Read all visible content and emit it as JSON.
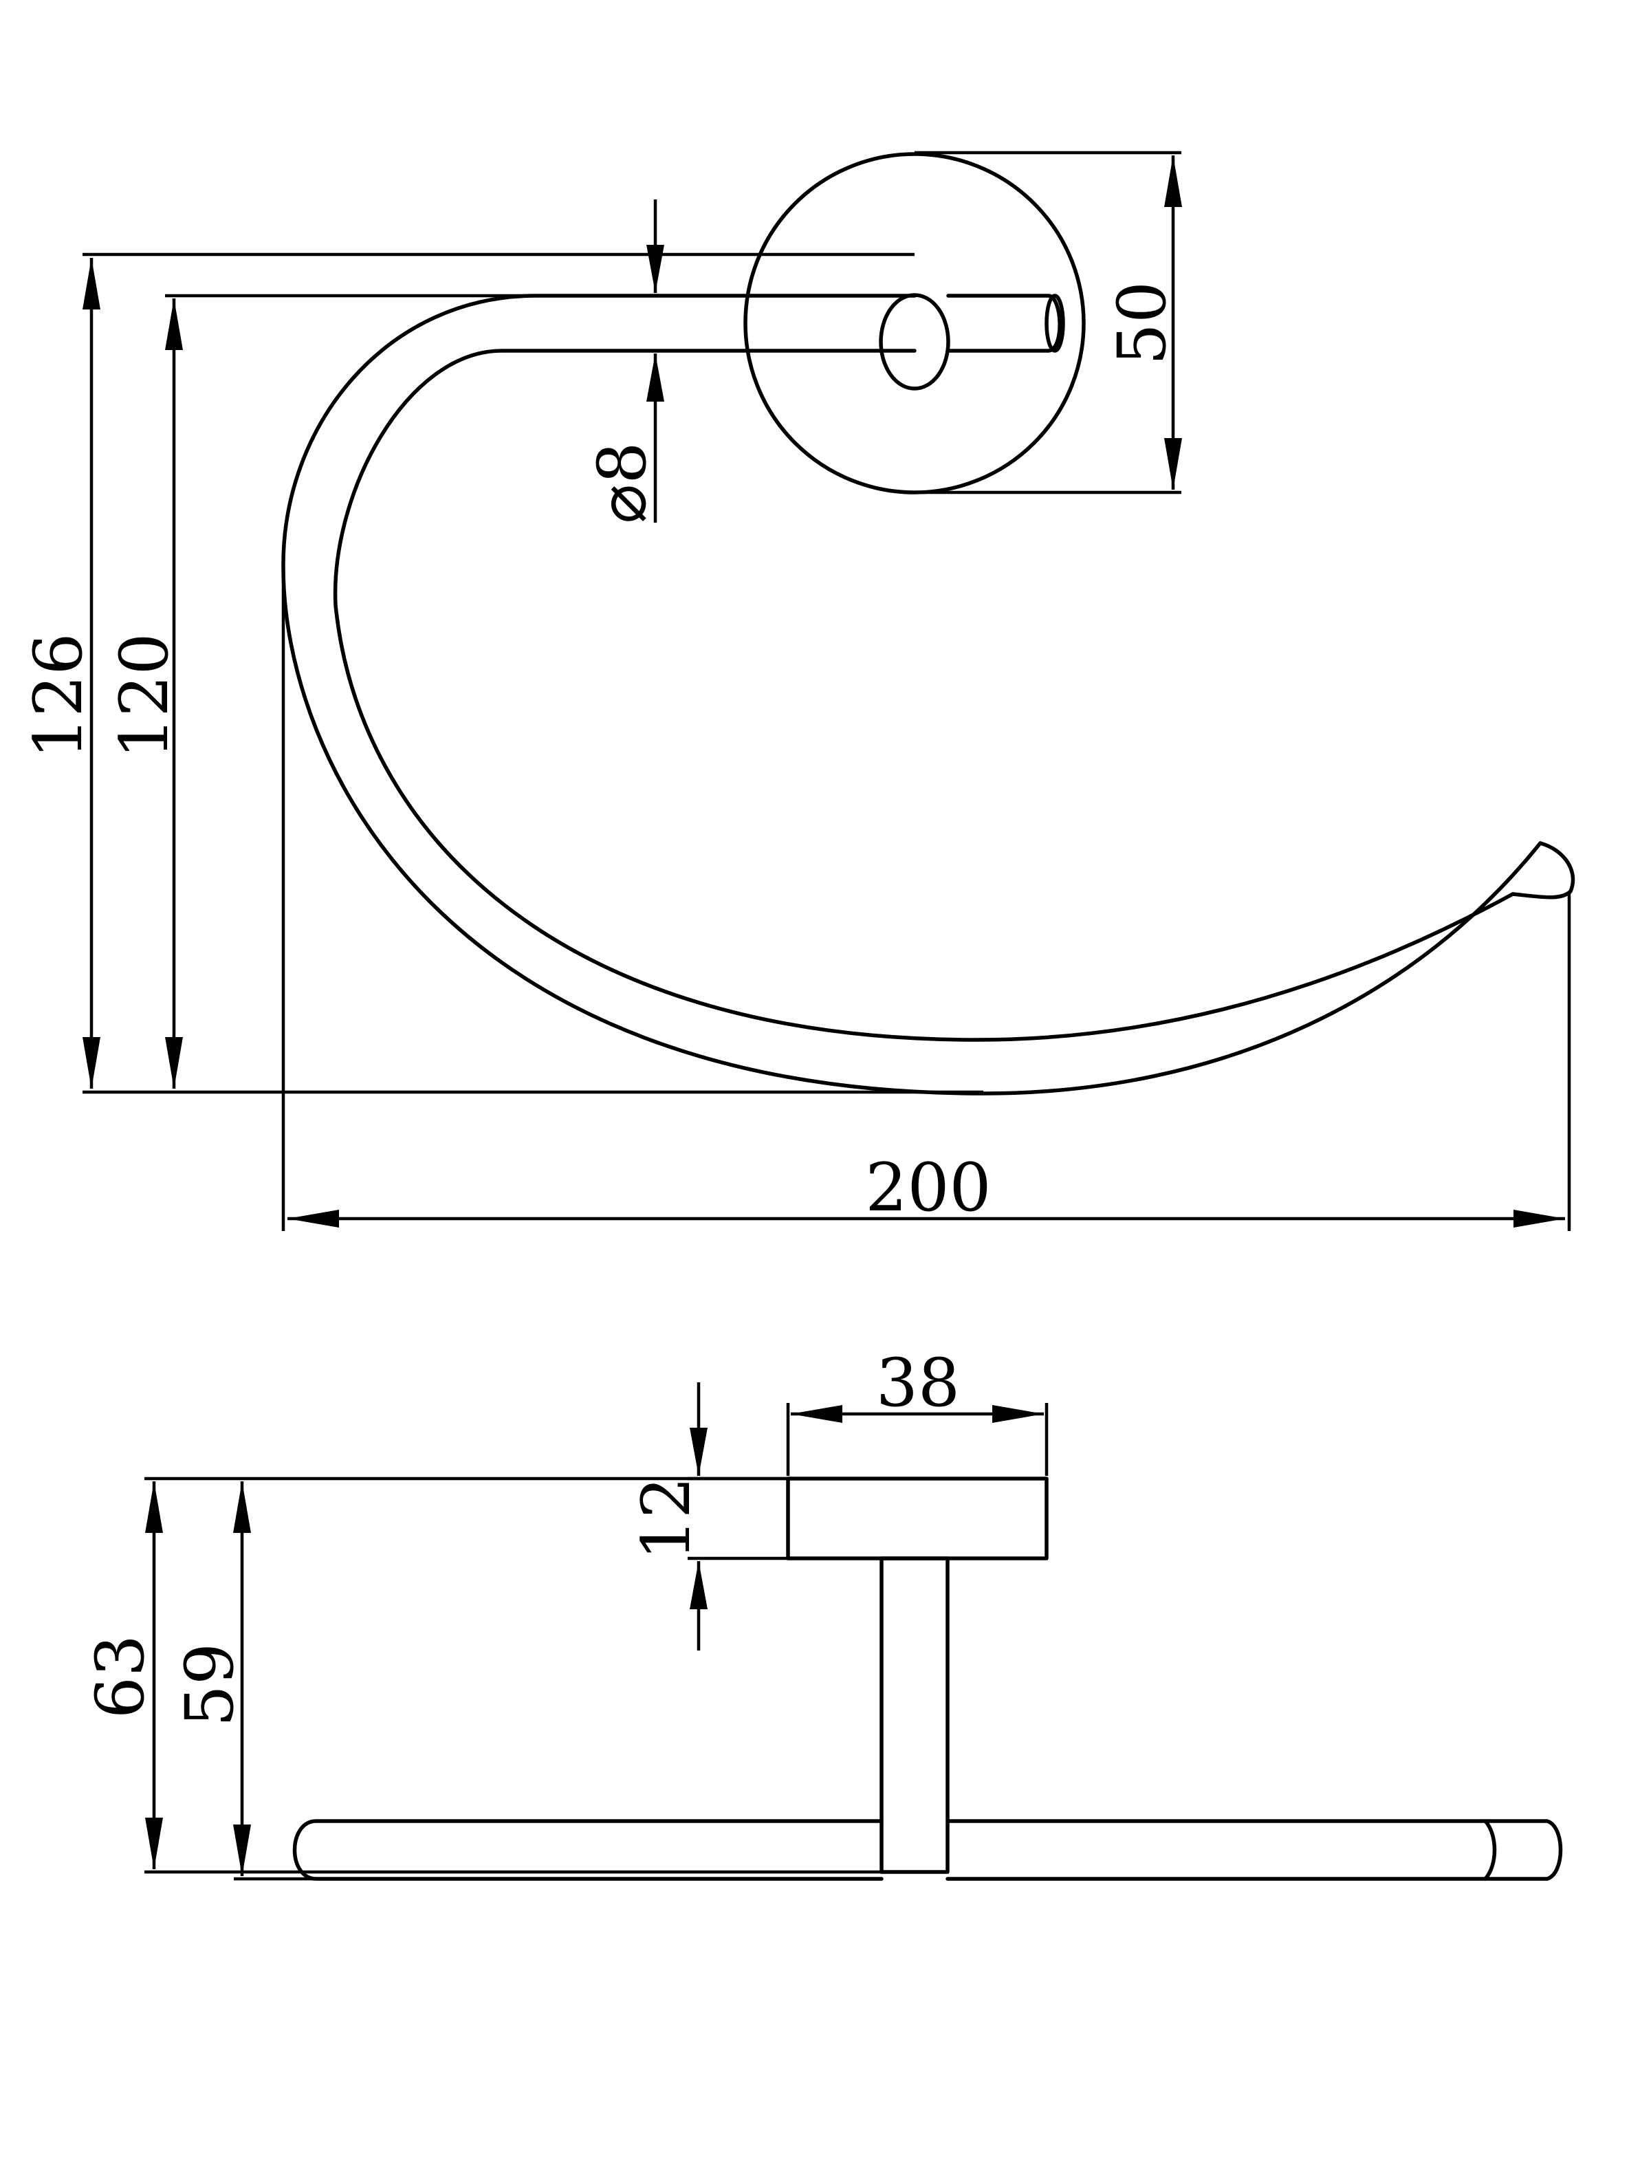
{
  "views": {
    "front": {
      "dimensions": {
        "overall_height": "126",
        "bar_height": "120",
        "overall_width": "200",
        "rod_diameter": "⌀8",
        "flange_diameter": "50"
      }
    },
    "top": {
      "dimensions": {
        "flange_width": "38",
        "flange_thickness": "12",
        "overall_depth": "63",
        "bar_depth": "59"
      }
    }
  },
  "colors": {
    "line": "#000000",
    "background": "#ffffff"
  }
}
